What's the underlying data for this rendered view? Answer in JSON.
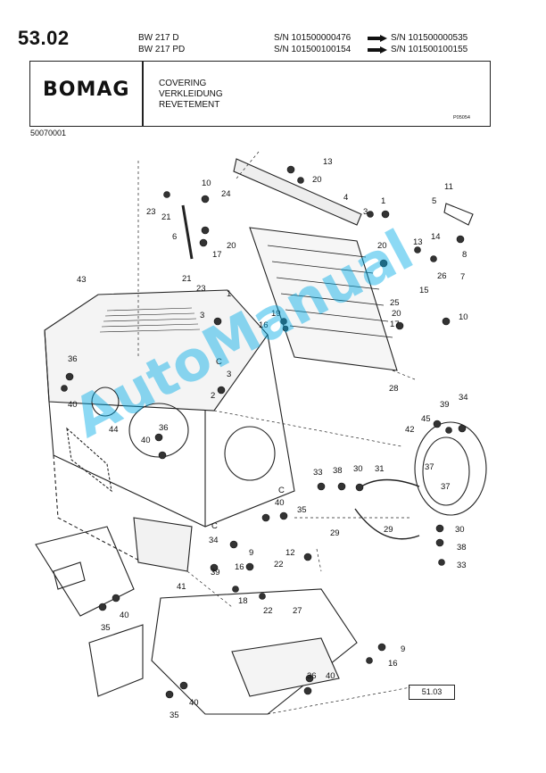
{
  "header": {
    "section_number": "53.02",
    "models": [
      "BW 217 D",
      "BW 217 PD"
    ],
    "serial_ranges": [
      {
        "from": "S/N 101500000476",
        "to": "S/N 101500000535"
      },
      {
        "from": "S/N 101500100154",
        "to": "S/N 101500100155"
      }
    ],
    "logo": "BOMAG",
    "titles": [
      "COVERING",
      "VERKLEIDUNG",
      "REVETEMENT"
    ],
    "figure_code": "P05054",
    "document_number": "50070001"
  },
  "drawing": {
    "callouts": [
      "13",
      "20",
      "4",
      "1",
      "10",
      "24",
      "23",
      "21",
      "6",
      "20",
      "17",
      "21",
      "23",
      "3",
      "5",
      "11",
      "8",
      "7",
      "20",
      "13",
      "14",
      "26",
      "15",
      "25",
      "20",
      "17",
      "10",
      "43",
      "1",
      "3",
      "19",
      "16",
      "36",
      "40",
      "2",
      "3",
      "28",
      "44",
      "40",
      "36",
      "42",
      "45",
      "39",
      "34",
      "37",
      "37",
      "33",
      "38",
      "30",
      "31",
      "40",
      "35",
      "29",
      "29",
      "30",
      "38",
      "33",
      "34",
      "39",
      "9",
      "16",
      "12",
      "22",
      "18",
      "22",
      "27",
      "41",
      "35",
      "40",
      "9",
      "16",
      "36",
      "40",
      "35",
      "40"
    ],
    "part_labels": [
      "C",
      "C",
      "C"
    ],
    "reference_box": "51.03"
  },
  "watermark": "AutoManual"
}
